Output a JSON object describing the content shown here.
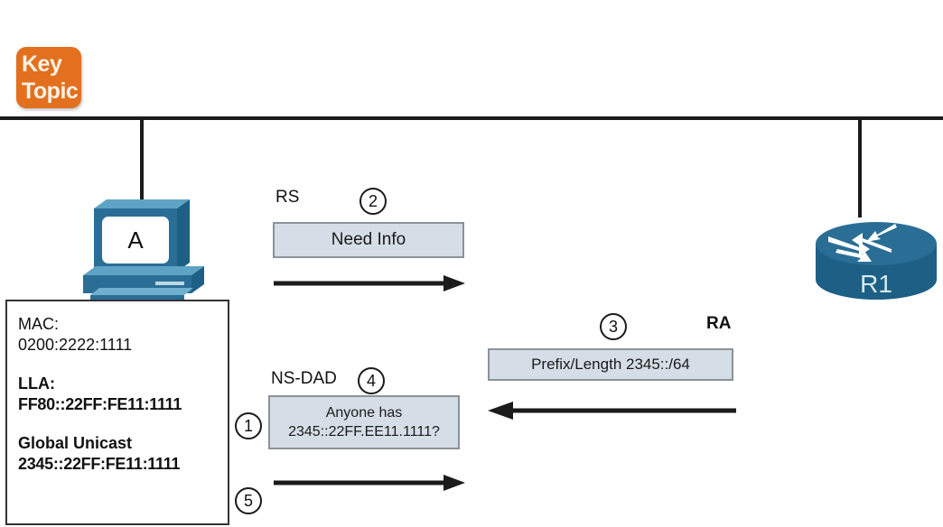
{
  "page": {
    "top_link_text": "",
    "badge": {
      "line1": "Key",
      "line2": "Topic"
    }
  },
  "nodes": {
    "host": {
      "label": "A",
      "icon": "pc-icon"
    },
    "router": {
      "label": "R1",
      "icon": "router-icon"
    }
  },
  "host_info": {
    "mac_label": "MAC:",
    "mac_value": "0200:2222:1111",
    "lla_label": "LLA:",
    "lla_value": "FF80::22FF:FE11:1111",
    "global_label": "Global Unicast",
    "global_value": "2345::22FF:FE11:1111"
  },
  "messages": {
    "rs": {
      "protocol_label": "RS",
      "step": "2",
      "text": "Need Info",
      "direction": "right"
    },
    "ra": {
      "protocol_label": "RA",
      "step": "3",
      "text": "Prefix/Length 2345::/64",
      "direction": "left"
    },
    "ns_dad": {
      "protocol_label": "NS-DAD",
      "step": "4",
      "line1": "Anyone has",
      "line2": "2345::22FF.EE11.1111?",
      "direction": "right"
    }
  },
  "steps": {
    "lla_step": "1",
    "global_step": "5"
  },
  "colors": {
    "badge_bg": "#e2701e",
    "message_fill": "#d5dee6",
    "message_border": "#8d9299",
    "device_blue": "#2a6e96",
    "line_black": "#1b1b1b",
    "link_blue": "#0000cc"
  }
}
